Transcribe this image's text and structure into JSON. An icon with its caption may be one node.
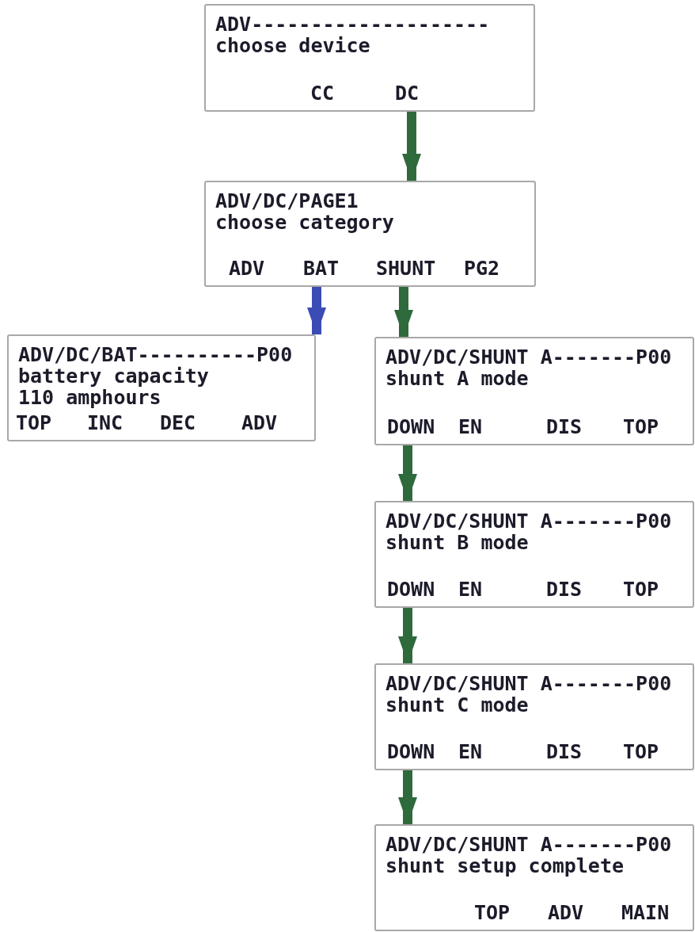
{
  "diagram": {
    "nodes": [
      {
        "text": [
          "ADV--------------------",
          "choose device",
          "CC",
          "DC"
        ]
      },
      {
        "text": [
          "ADV/DC/PAGE1",
          "choose category",
          "ADV",
          "BAT",
          "SHUNT",
          "PG2"
        ]
      },
      {
        "text": [
          "ADV/DC/BAT----------P00",
          "battery capacity",
          "110 amphours",
          "TOP",
          "INC",
          "DEC",
          "ADV"
        ]
      },
      {
        "text": [
          "ADV/DC/SHUNT A-------P00",
          "shunt A mode",
          "DOWN",
          "EN",
          "DIS",
          "TOP"
        ]
      },
      {
        "text": [
          "ADV/DC/SHUNT A-------P00",
          "shunt B mode",
          "DOWN",
          "EN",
          "DIS",
          "TOP"
        ]
      },
      {
        "text": [
          "ADV/DC/SHUNT A-------P00",
          "shunt C mode",
          "DOWN",
          "EN",
          "DIS",
          "TOP"
        ]
      },
      {
        "text": [
          "ADV/DC/SHUNT A-------P00",
          "shunt setup complete",
          "TOP",
          "ADV",
          "MAIN"
        ]
      }
    ],
    "edges": [
      {
        "from": 0,
        "to": 1,
        "arrow": "to"
      },
      {
        "from": 1,
        "to": 2,
        "arrow": "to",
        "color": "#3b4cb4"
      },
      {
        "from": 1,
        "to": 3,
        "arrow": "to"
      },
      {
        "from": 3,
        "to": 4,
        "arrow": "to"
      },
      {
        "from": 4,
        "to": 5,
        "arrow": "to"
      },
      {
        "from": 5,
        "to": 6,
        "arrow": "to"
      }
    ]
  }
}
